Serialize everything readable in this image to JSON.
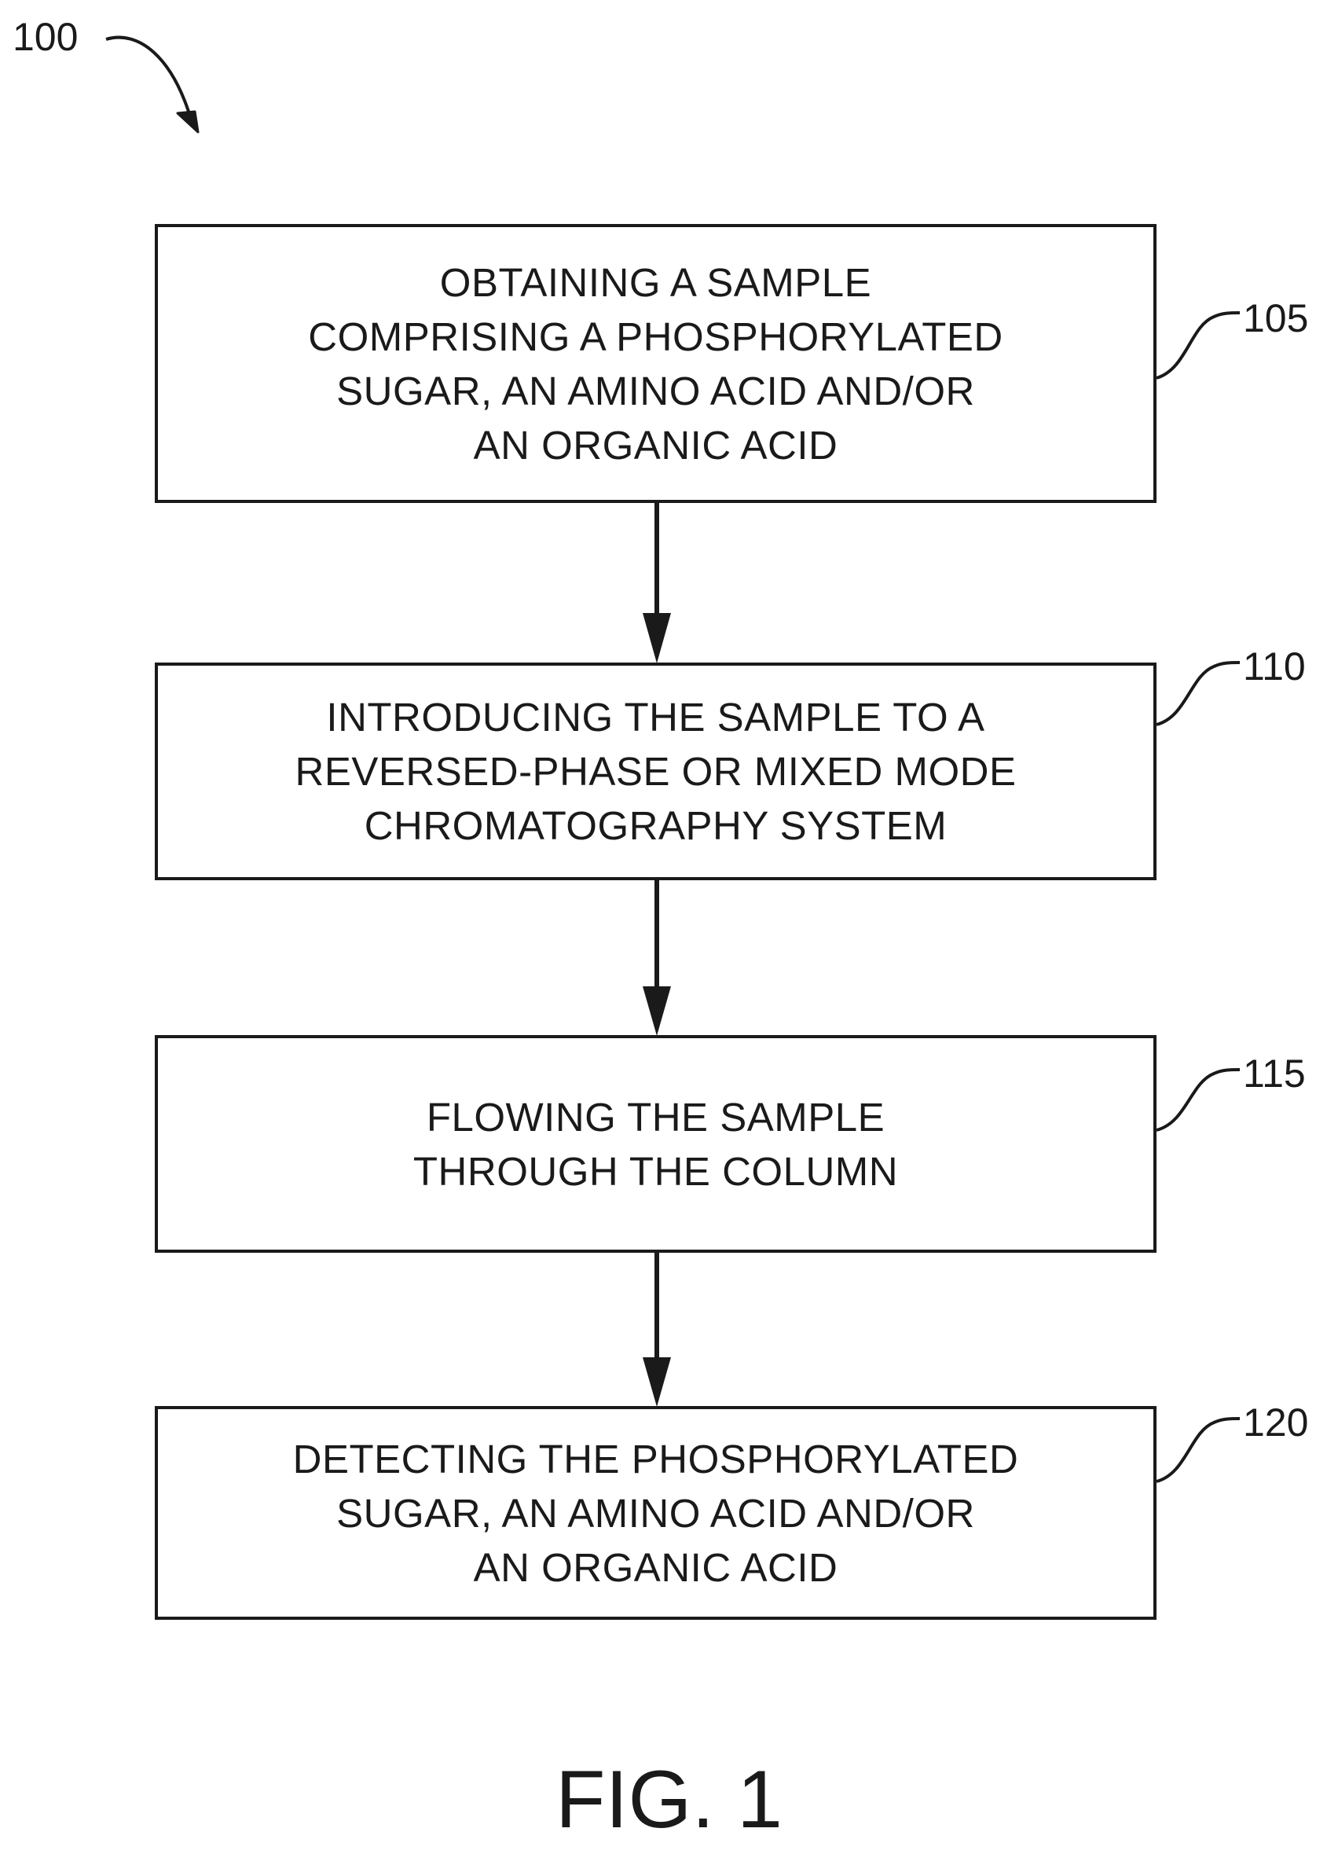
{
  "figure": {
    "ref": "100",
    "title": "FIG. 1"
  },
  "steps": [
    {
      "ref": "105",
      "lines": [
        "OBTAINING A SAMPLE",
        "COMPRISING A PHOSPHORYLATED",
        "SUGAR, AN AMINO ACID AND/OR",
        "AN ORGANIC ACID"
      ]
    },
    {
      "ref": "110",
      "lines": [
        "INTRODUCING THE SAMPLE TO A",
        "REVERSED-PHASE OR MIXED MODE",
        "CHROMATOGRAPHY SYSTEM"
      ]
    },
    {
      "ref": "115",
      "lines": [
        "FLOWING THE SAMPLE",
        "THROUGH THE COLUMN"
      ]
    },
    {
      "ref": "120",
      "lines": [
        "DETECTING THE PHOSPHORYLATED",
        "SUGAR, AN AMINO ACID AND/OR",
        "AN ORGANIC ACID"
      ]
    }
  ]
}
